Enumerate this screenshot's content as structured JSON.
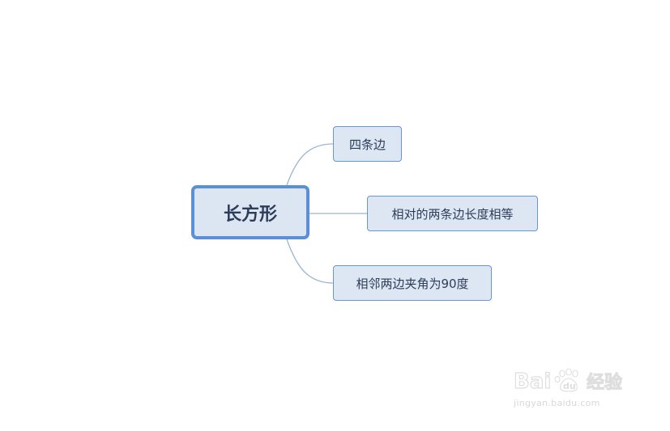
{
  "mindmap": {
    "central": {
      "label": "长方形"
    },
    "branches": [
      {
        "label": "四条边"
      },
      {
        "label": "相对的两条边长度相等"
      },
      {
        "label": "相邻两边夹角为90度"
      }
    ]
  },
  "watermark": {
    "logo_text": "Baidu经验",
    "url": "jingyan.baidu.com"
  },
  "colors": {
    "central_border": "#5b8fd6",
    "central_fill": "#dce6f2",
    "branch_border": "#6b95cf",
    "branch_fill": "#dde7f3",
    "connector": "#9bb5d8",
    "text": "#2d3c5a"
  }
}
